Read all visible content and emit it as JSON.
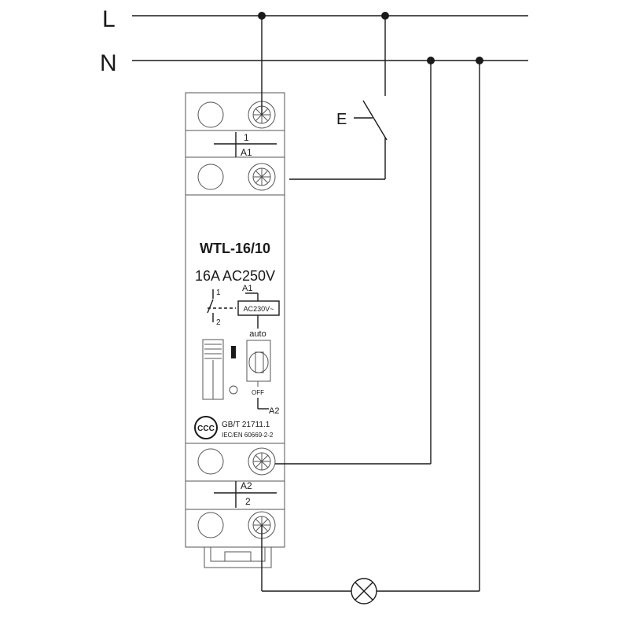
{
  "lines": {
    "live_label": "L",
    "neutral_label": "N"
  },
  "switch": {
    "label": "E"
  },
  "device": {
    "model": "WTL-16/10",
    "rating": "16A AC250V",
    "terminal_top_1": "1",
    "terminal_top_a1": "A1",
    "terminal_bottom_a2": "A2",
    "terminal_bottom_2": "2",
    "schematic": {
      "contact_1": "1",
      "contact_2": "2",
      "coil_a1": "A1",
      "coil_label": "AC230V~",
      "coil_a2": "A2"
    },
    "selector": {
      "auto_label": "auto",
      "off_label": "OFF"
    },
    "cert": {
      "mark": "CCC",
      "standard_1": "GB/T 21711.1",
      "standard_2": "IEC/EN 60669-2-2"
    }
  },
  "load": {
    "icon": "lamp-icon"
  },
  "colors": {
    "line": "#1a1a1a",
    "device_outline": "#555555",
    "text": "#1a1a1a"
  }
}
